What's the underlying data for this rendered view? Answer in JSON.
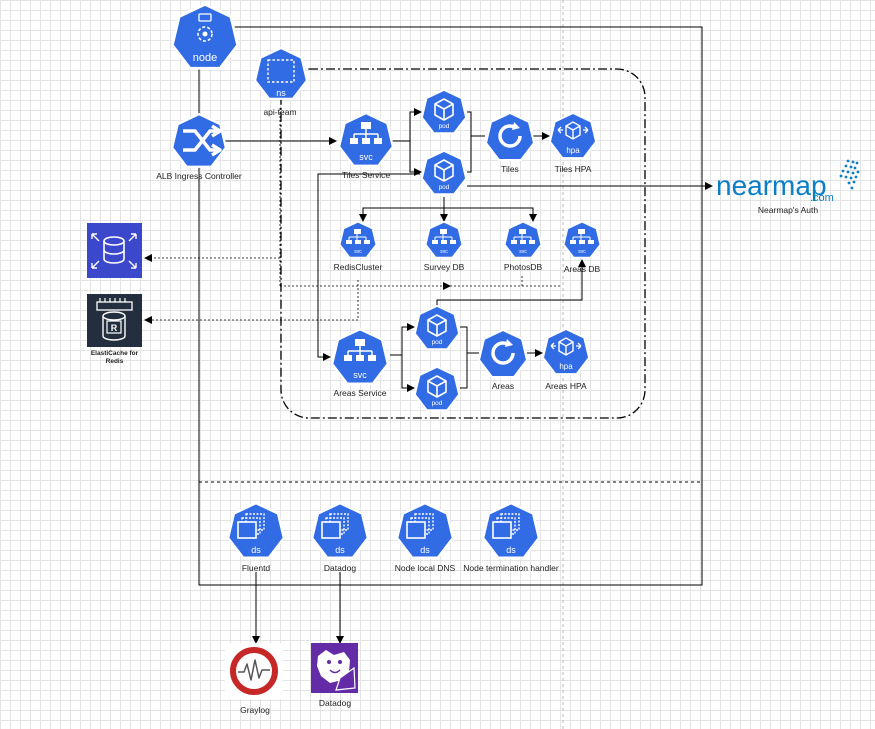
{
  "labels": {
    "node": "node",
    "ns": "ns",
    "api_team": "api-team",
    "alb": "ALB Ingress Controller",
    "tiles_service": "Tiles Service",
    "tiles": "Tiles",
    "tiles_hpa": "Tiles HPA",
    "redis_cluster": "RedisCluster",
    "survey_db": "Survey DB",
    "photos_db": "PhotosDB",
    "areas_db": "Areas DB",
    "areas_service": "Areas Service",
    "areas": "Areas",
    "areas_hpa": "Areas HPA",
    "elasticache": "ElastiCache for Redis",
    "nearmap_auth": "Nearmap's Auth",
    "fluentd": "Fluentd",
    "datadog_ds": "Datadog",
    "node_local_dns": "Node local DNS",
    "node_termination": "Node termination handler",
    "graylog": "Graylog",
    "datadog_ext": "Datadog"
  },
  "icon_text": {
    "svc": "svc",
    "pod": "pod",
    "hpa": "hpa",
    "ds": "ds",
    "node": "node",
    "ns": "ns",
    "redis_r": "R"
  },
  "brand": {
    "nearmap_word": "nearmap",
    "nearmap_suffix": ".com"
  },
  "colors": {
    "k8s_blue": "#326ce5",
    "aws_rds_blue": "#3b48cc",
    "elasticache_dark": "#232f3e",
    "graylog_red": "#c62828",
    "datadog_purple": "#632ca6",
    "nearmap_blue": "#0a7fc6"
  }
}
